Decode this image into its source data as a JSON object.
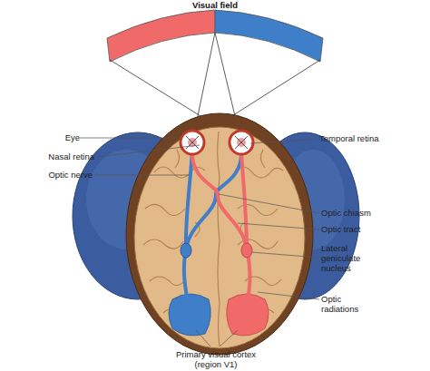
{
  "diagram": {
    "title": "Visual field",
    "labels": [
      "Eye",
      "Nasal retina",
      "Optic nerve",
      "Temporal retina",
      "Optic chiasm",
      "Optic tract",
      "Lateral geniculate nucleus",
      "Optic radiations",
      "Primary visual cortex (region V1)"
    ]
  }
}
